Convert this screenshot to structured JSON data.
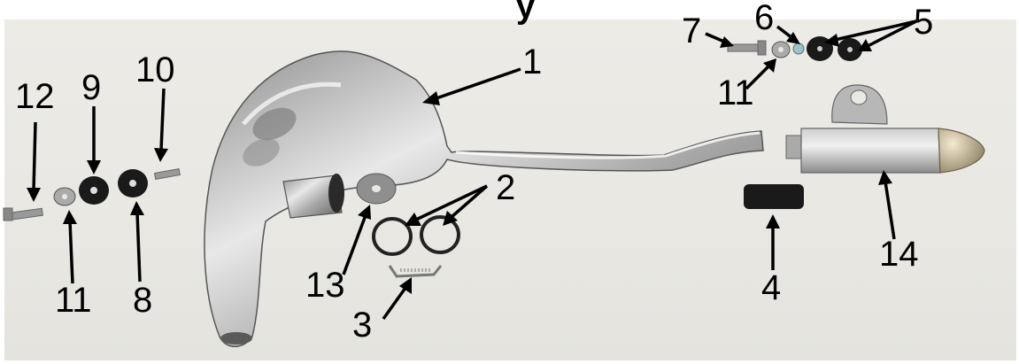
{
  "title_fragment": "y",
  "callouts": [
    {
      "id": "c1",
      "number": "1"
    },
    {
      "id": "c2",
      "number": "2"
    },
    {
      "id": "c3",
      "number": "3"
    },
    {
      "id": "c4",
      "number": "4"
    },
    {
      "id": "c5",
      "number": "5"
    },
    {
      "id": "c6",
      "number": "6"
    },
    {
      "id": "c7",
      "number": "7"
    },
    {
      "id": "c8",
      "number": "8"
    },
    {
      "id": "c9",
      "number": "9"
    },
    {
      "id": "c10",
      "number": "10"
    },
    {
      "id": "c11a",
      "number": "11"
    },
    {
      "id": "c11b",
      "number": "11"
    },
    {
      "id": "c12",
      "number": "12"
    },
    {
      "id": "c13",
      "number": "13"
    },
    {
      "id": "c14",
      "number": "14"
    }
  ],
  "colors": {
    "background": "#e9e8e3",
    "arrows": "#000000",
    "chrome": "#bdbdbd",
    "rubber": "#1a1a1a"
  }
}
